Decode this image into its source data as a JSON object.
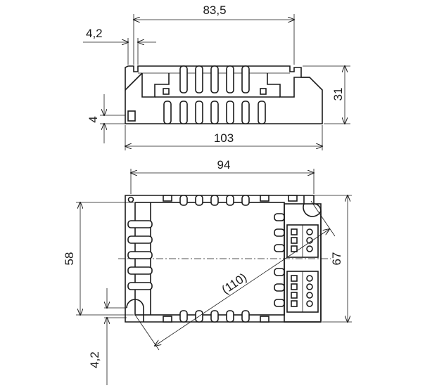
{
  "dimensions": {
    "top_width_inner": "83,5",
    "top_small": "4,2",
    "top_height": "31",
    "top_small_height": "4",
    "top_overall": "103",
    "bottom_width": "94",
    "bottom_height": "58",
    "bottom_overall_height": "67",
    "bottom_diagonal": "(110)",
    "bottom_small": "4,2"
  }
}
